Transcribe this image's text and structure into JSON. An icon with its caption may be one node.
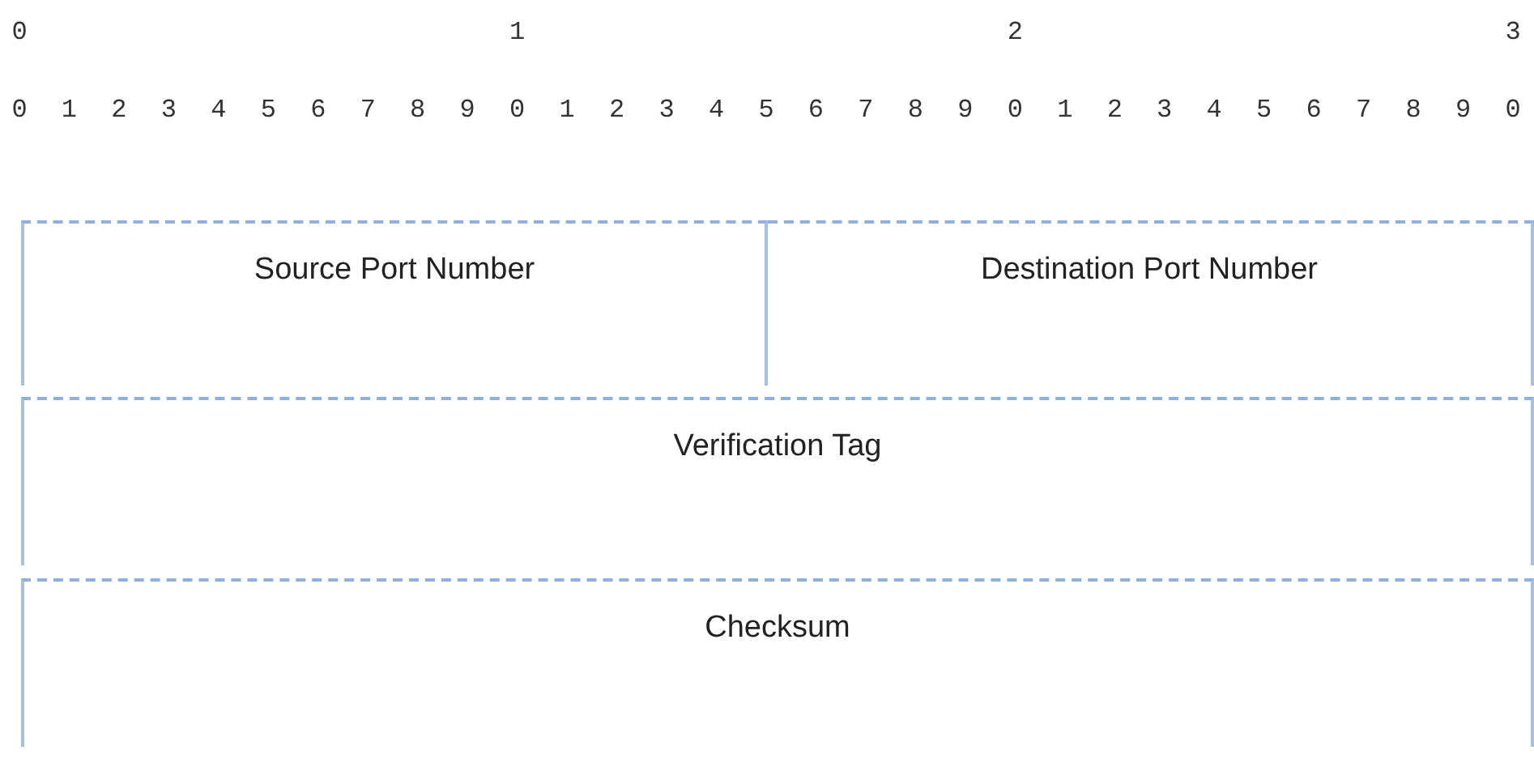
{
  "diagram": {
    "nodes": [
      {
        "text": [
          "Source Port Number"
        ]
      },
      {
        "text": [
          "Destination Port Number"
        ]
      },
      {
        "text": [
          "Verification Tag"
        ]
      },
      {
        "text": [
          "Checksum"
        ]
      }
    ],
    "labels": [
      "0",
      "1",
      "2",
      "3",
      "0",
      "1",
      "2",
      "3",
      "4",
      "5",
      "6",
      "7",
      "8",
      "9",
      "0",
      "1",
      "2",
      "3",
      "4",
      "5",
      "6",
      "7",
      "8",
      "9",
      "0",
      "1",
      "2",
      "3",
      "4",
      "5",
      "6",
      "7",
      "8",
      "9",
      "0"
    ]
  }
}
